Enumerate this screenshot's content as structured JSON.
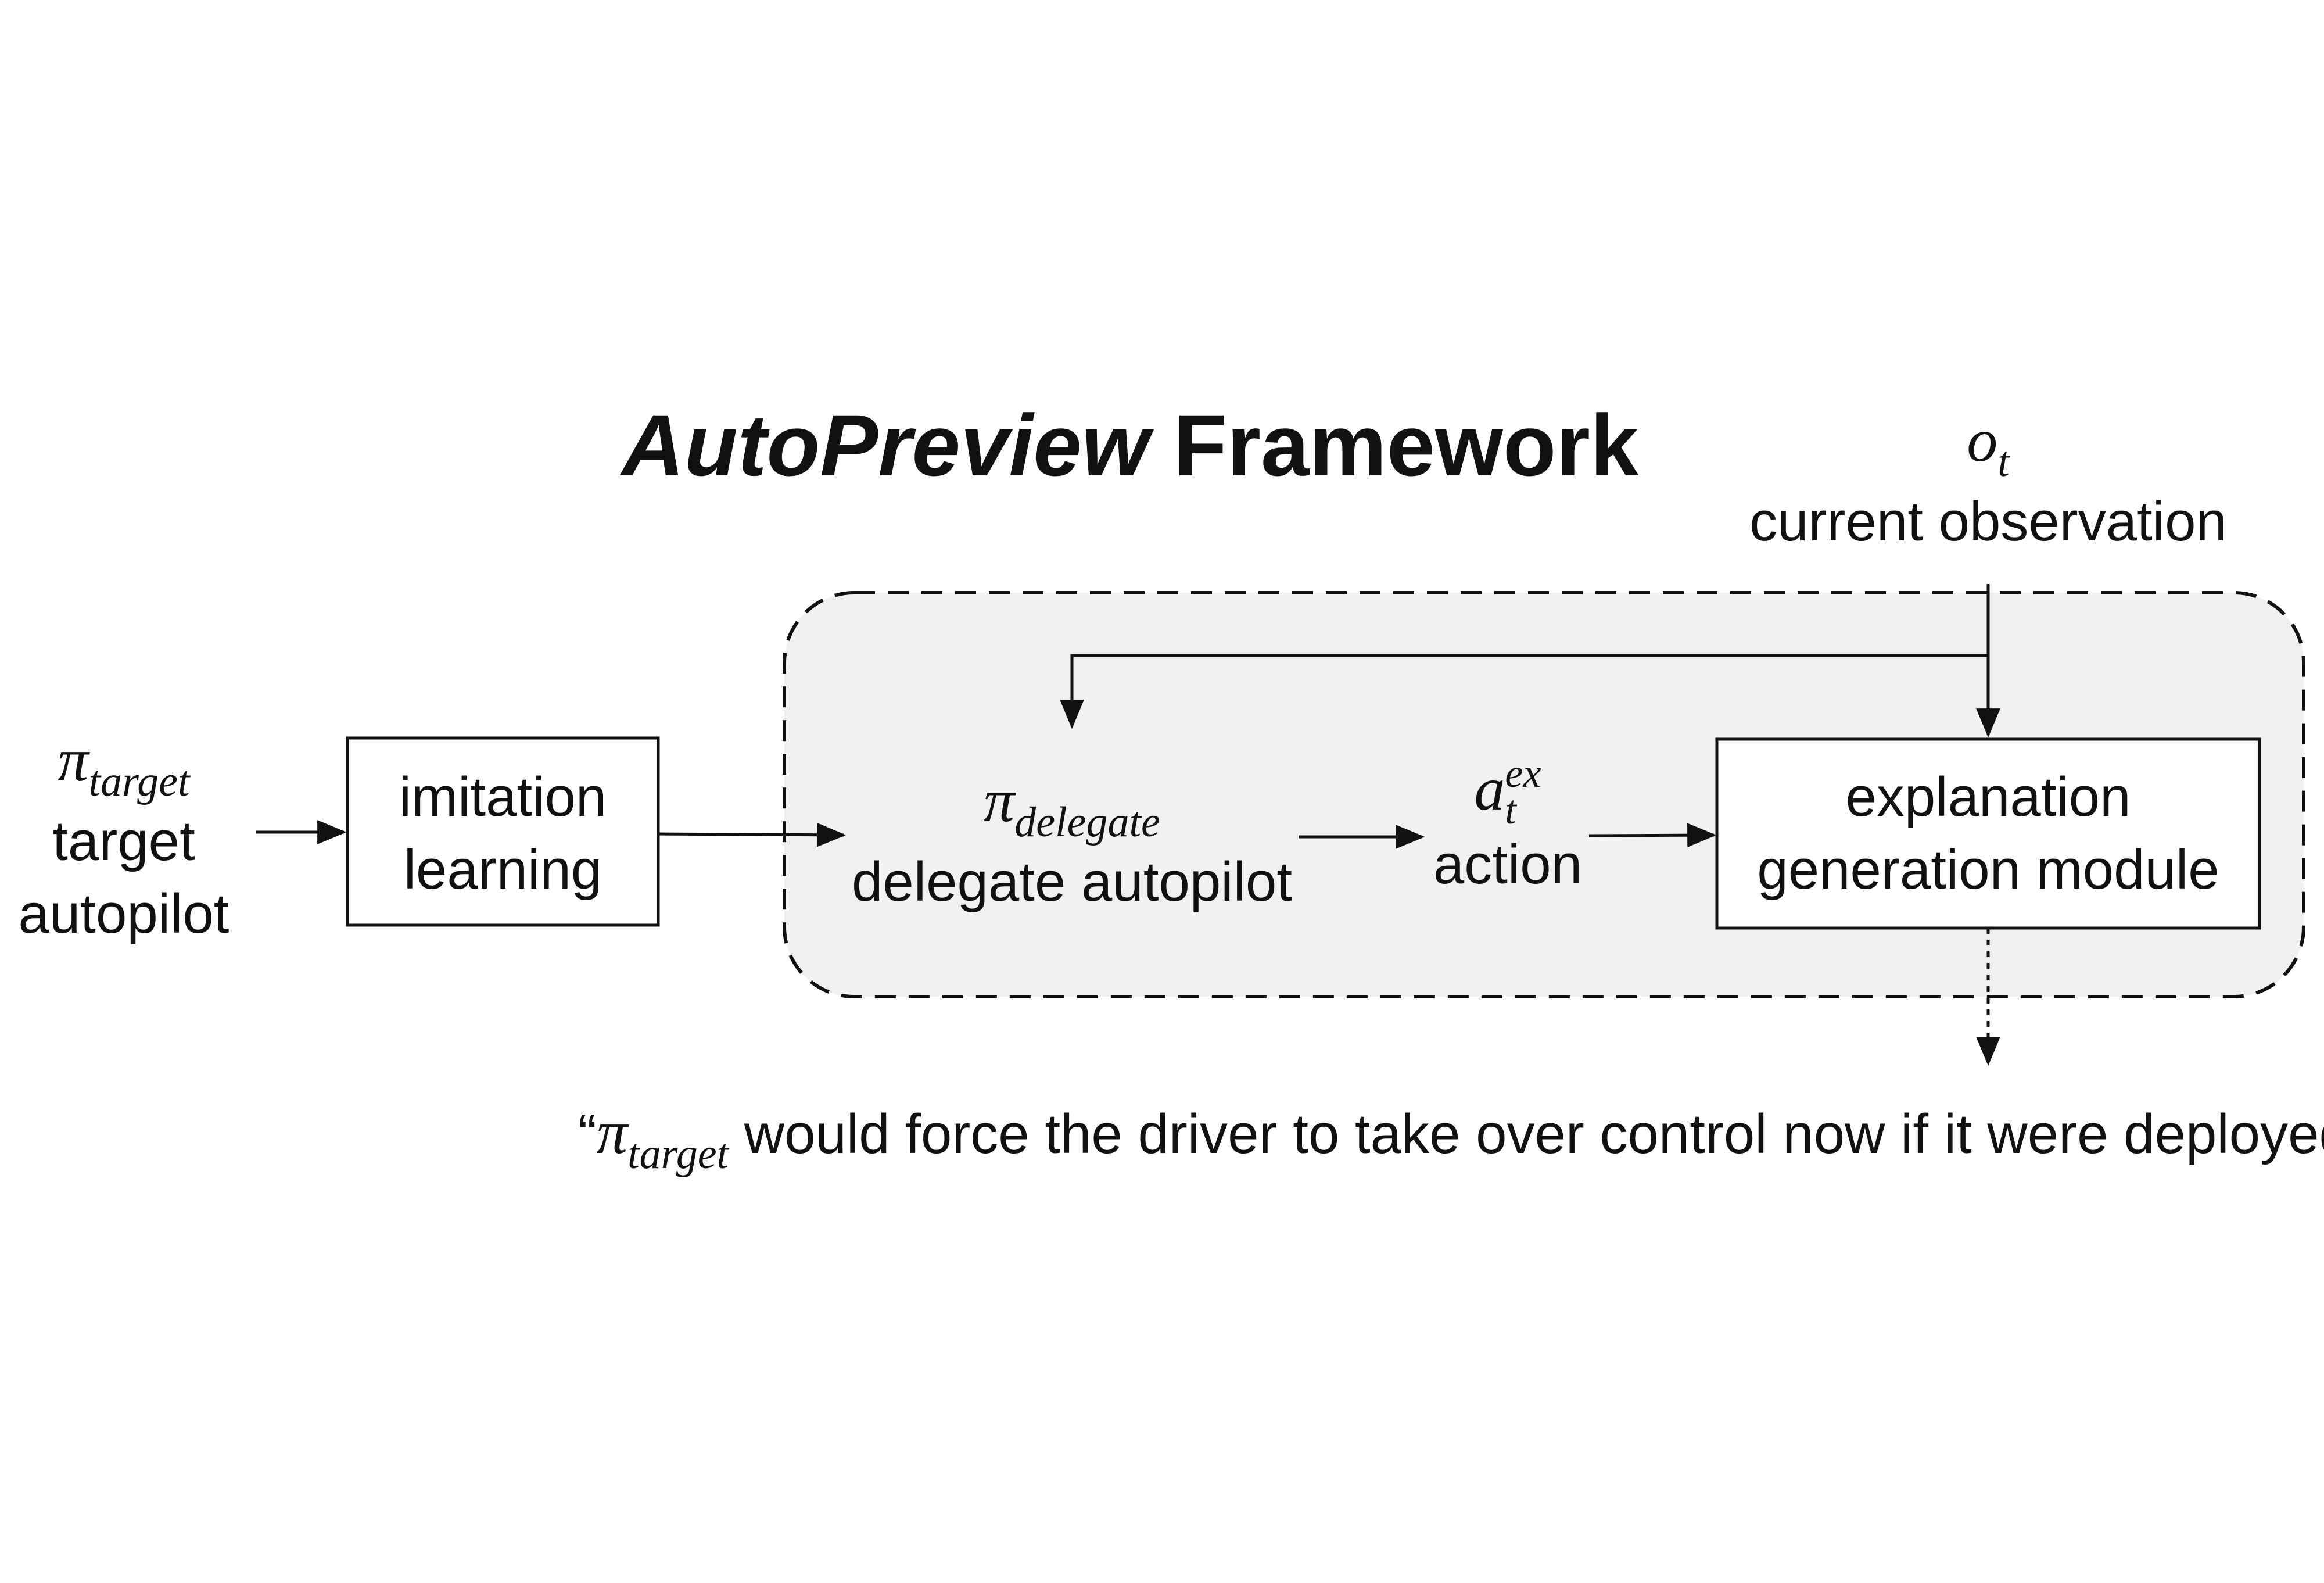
{
  "title": {
    "italic_part": "AutoPreview",
    "rest": " Framework"
  },
  "target": {
    "symbol": "π",
    "subscript": "target",
    "line1": "target",
    "line2": "autopilot"
  },
  "imitation": {
    "line1": "imitation",
    "line2": "learning"
  },
  "delegate": {
    "symbol": "π",
    "subscript": "delegate",
    "label": "delegate autopilot"
  },
  "action": {
    "symbol": "a",
    "superscript": "ex",
    "subscript": "t",
    "label": "action"
  },
  "explanation": {
    "line1": "explanation",
    "line2": "generation module"
  },
  "observation": {
    "symbol": "o",
    "subscript": "t",
    "label": "current observation"
  },
  "output": {
    "open_quote": "“",
    "symbol": "π",
    "subscript": "target",
    "text": " would force the driver to take over control now if it were deployed”"
  },
  "colors": {
    "framework_fill": "#f0f1f0",
    "stroke": "#111111"
  }
}
